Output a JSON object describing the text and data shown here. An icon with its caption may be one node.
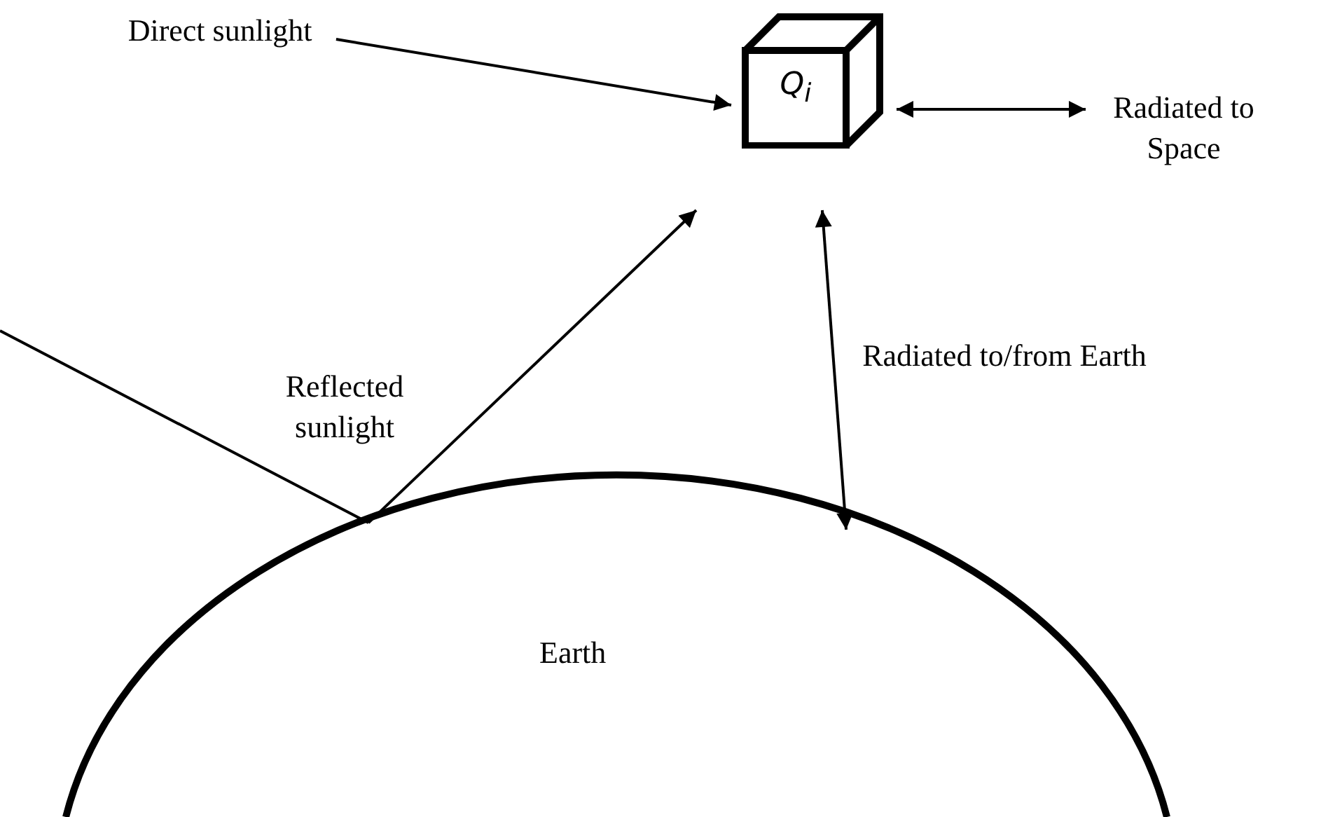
{
  "diagram": {
    "nodes": [
      {
        "text": [
          "Direct sunlight"
        ]
      },
      {
        "text": [
          "Q$_{i}$"
        ]
      },
      {
        "text": [
          "Radiated to Space"
        ]
      },
      {
        "text": [
          "Earth"
        ]
      }
    ],
    "edges": [
      {
        "from": 0,
        "to": 1,
        "arrow": "to"
      },
      {
        "from": 1,
        "to": 2,
        "arrow": "both"
      },
      {
        "from": null,
        "to": 3,
        "arrow": "none"
      },
      {
        "from": 3,
        "to": 1,
        "arrow": "to",
        "label": "Reflected sunlight"
      },
      {
        "from": 1,
        "to": 3,
        "arrow": "both",
        "label": "Radiated to/from Earth"
      }
    ]
  }
}
